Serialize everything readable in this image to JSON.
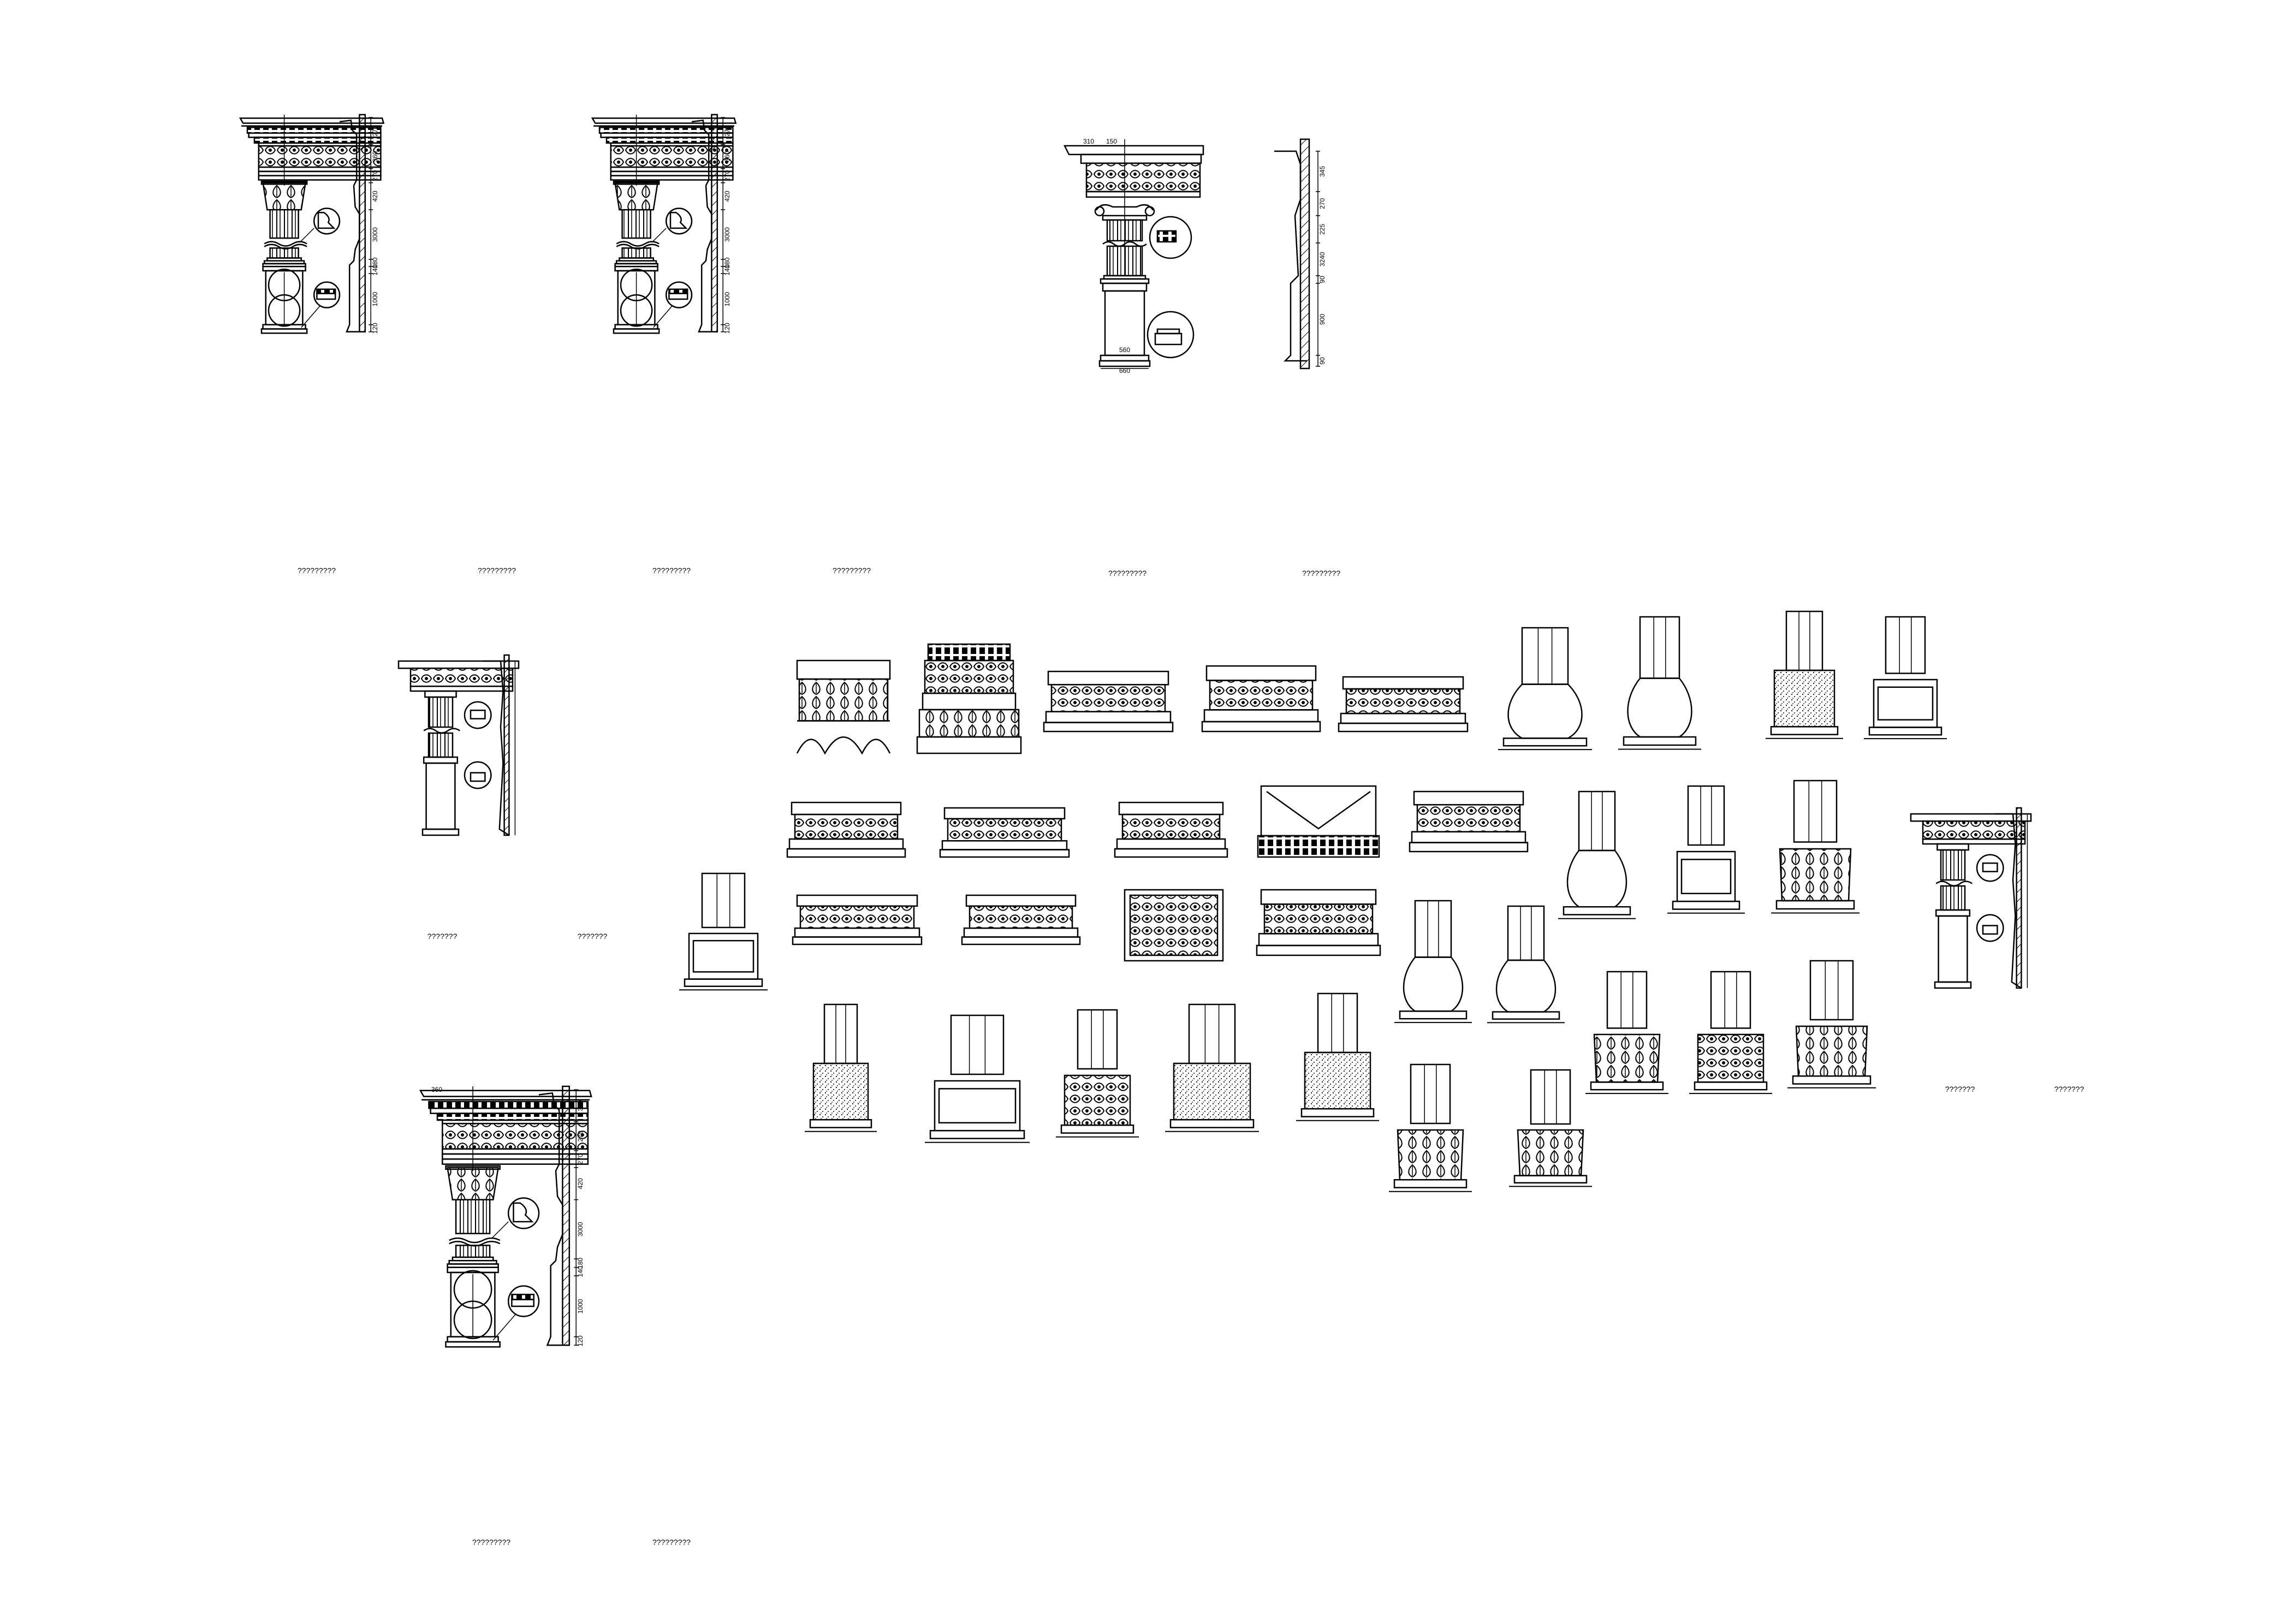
{
  "colors": {
    "line": "#000000",
    "paper": "#ffffff"
  },
  "dims": {
    "corinthian_a": [
      "270",
      "360",
      "270",
      "420",
      "3000",
      "180",
      "140",
      "1000",
      "120"
    ],
    "corinthian_b": [
      "270",
      "360",
      "270",
      "420",
      "3000",
      "180",
      "140",
      "1000",
      "120"
    ],
    "ionic": [
      "345",
      "270",
      "225",
      "3240",
      "90",
      "900",
      "90"
    ],
    "ionic_top": [
      "310",
      "150"
    ],
    "ionic_bottom": [
      "560",
      "660"
    ],
    "corinthian_c": [
      "360",
      "270",
      "270",
      "420",
      "3000",
      "180",
      "140",
      "1000",
      "120"
    ],
    "corinthian_c_top": "360"
  },
  "captions": {
    "cor_a_elev": "?????????",
    "cor_a_sec": "?????????",
    "cor_b_elev": "?????????",
    "cor_b_sec": "?????????",
    "ionic_elev": "?????????",
    "ionic_sec": "?????????",
    "tuscan_elev": "???????",
    "tuscan_sec": "???????",
    "tuscan_r_elev": "???????",
    "tuscan_r_sec": "???????",
    "cor_c_elev": "?????????",
    "cor_c_sec": "?????????"
  }
}
